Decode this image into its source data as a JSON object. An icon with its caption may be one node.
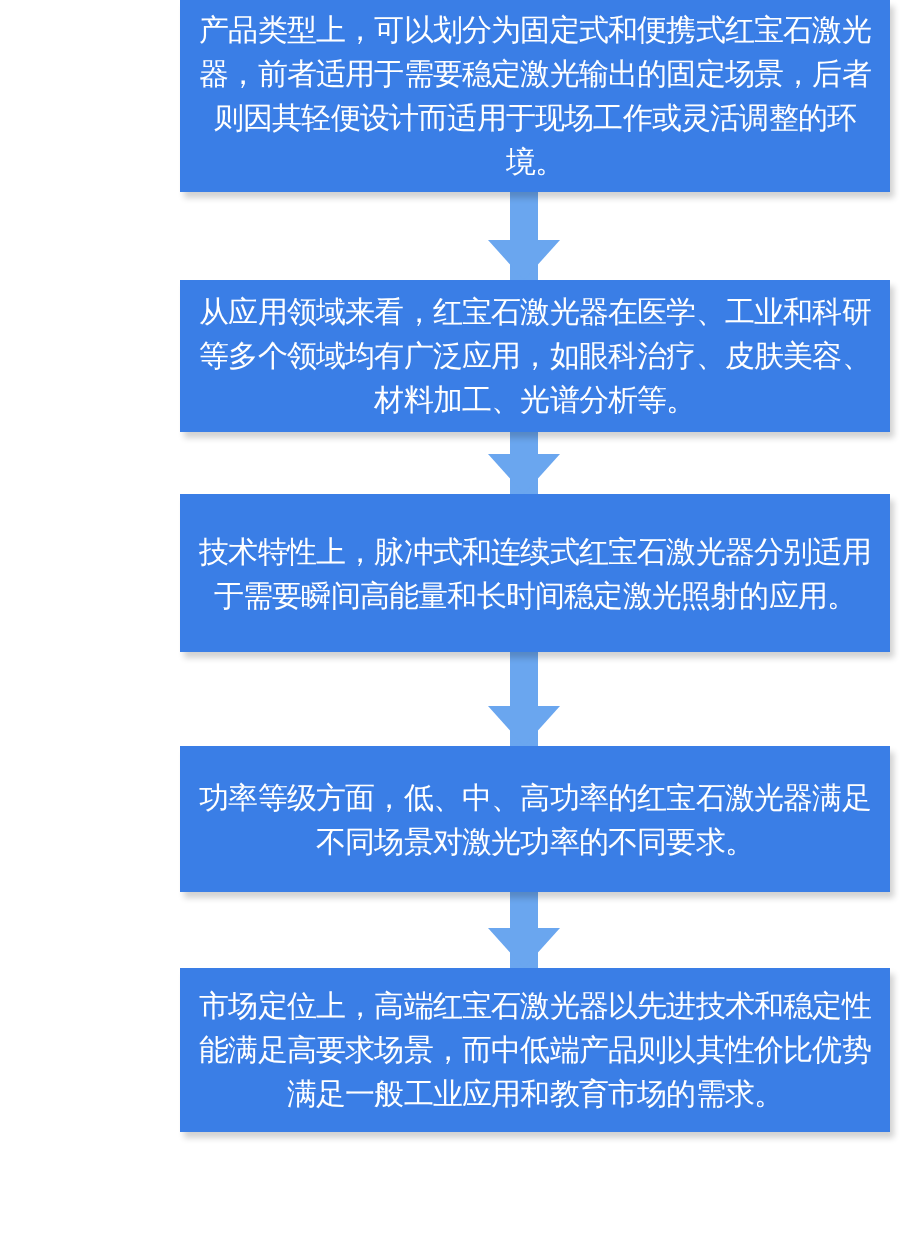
{
  "diagram": {
    "nodes": [
      {
        "text": [
          "产品类型上，可以划分为固定式和便携式红宝石激光器，前者适用于需要稳定激光输出的固定场景，后者则因其轻便设计而适用于现场工作或灵活调整的环境。"
        ]
      },
      {
        "text": [
          "从应用领域来看，红宝石激光器在医学、工业和科研等多个领域均有广泛应用，如眼科治疗、皮肤美容、材料加工、光谱分析等。"
        ]
      },
      {
        "text": [
          "技术特性上，脉冲式和连续式红宝石激光器分别适用于需要瞬间高能量和长时间稳定激光照射的应用。"
        ]
      },
      {
        "text": [
          "功率等级方面，低、中、高功率的红宝石激光器满足不同场景对激光功率的不同要求。"
        ]
      },
      {
        "text": [
          "市场定位上，高端红宝石激光器以先进技术和稳定性能满足高要求场景，而中低端产品则以其性价比优势满足一般工业应用和教育市场的需求。"
        ]
      }
    ],
    "edges": [
      {
        "from": 0,
        "to": 1,
        "arrow": "to"
      },
      {
        "from": 1,
        "to": 2,
        "arrow": "to"
      },
      {
        "from": 2,
        "to": 3,
        "arrow": "to"
      },
      {
        "from": 3,
        "to": 4,
        "arrow": "to"
      }
    ]
  }
}
